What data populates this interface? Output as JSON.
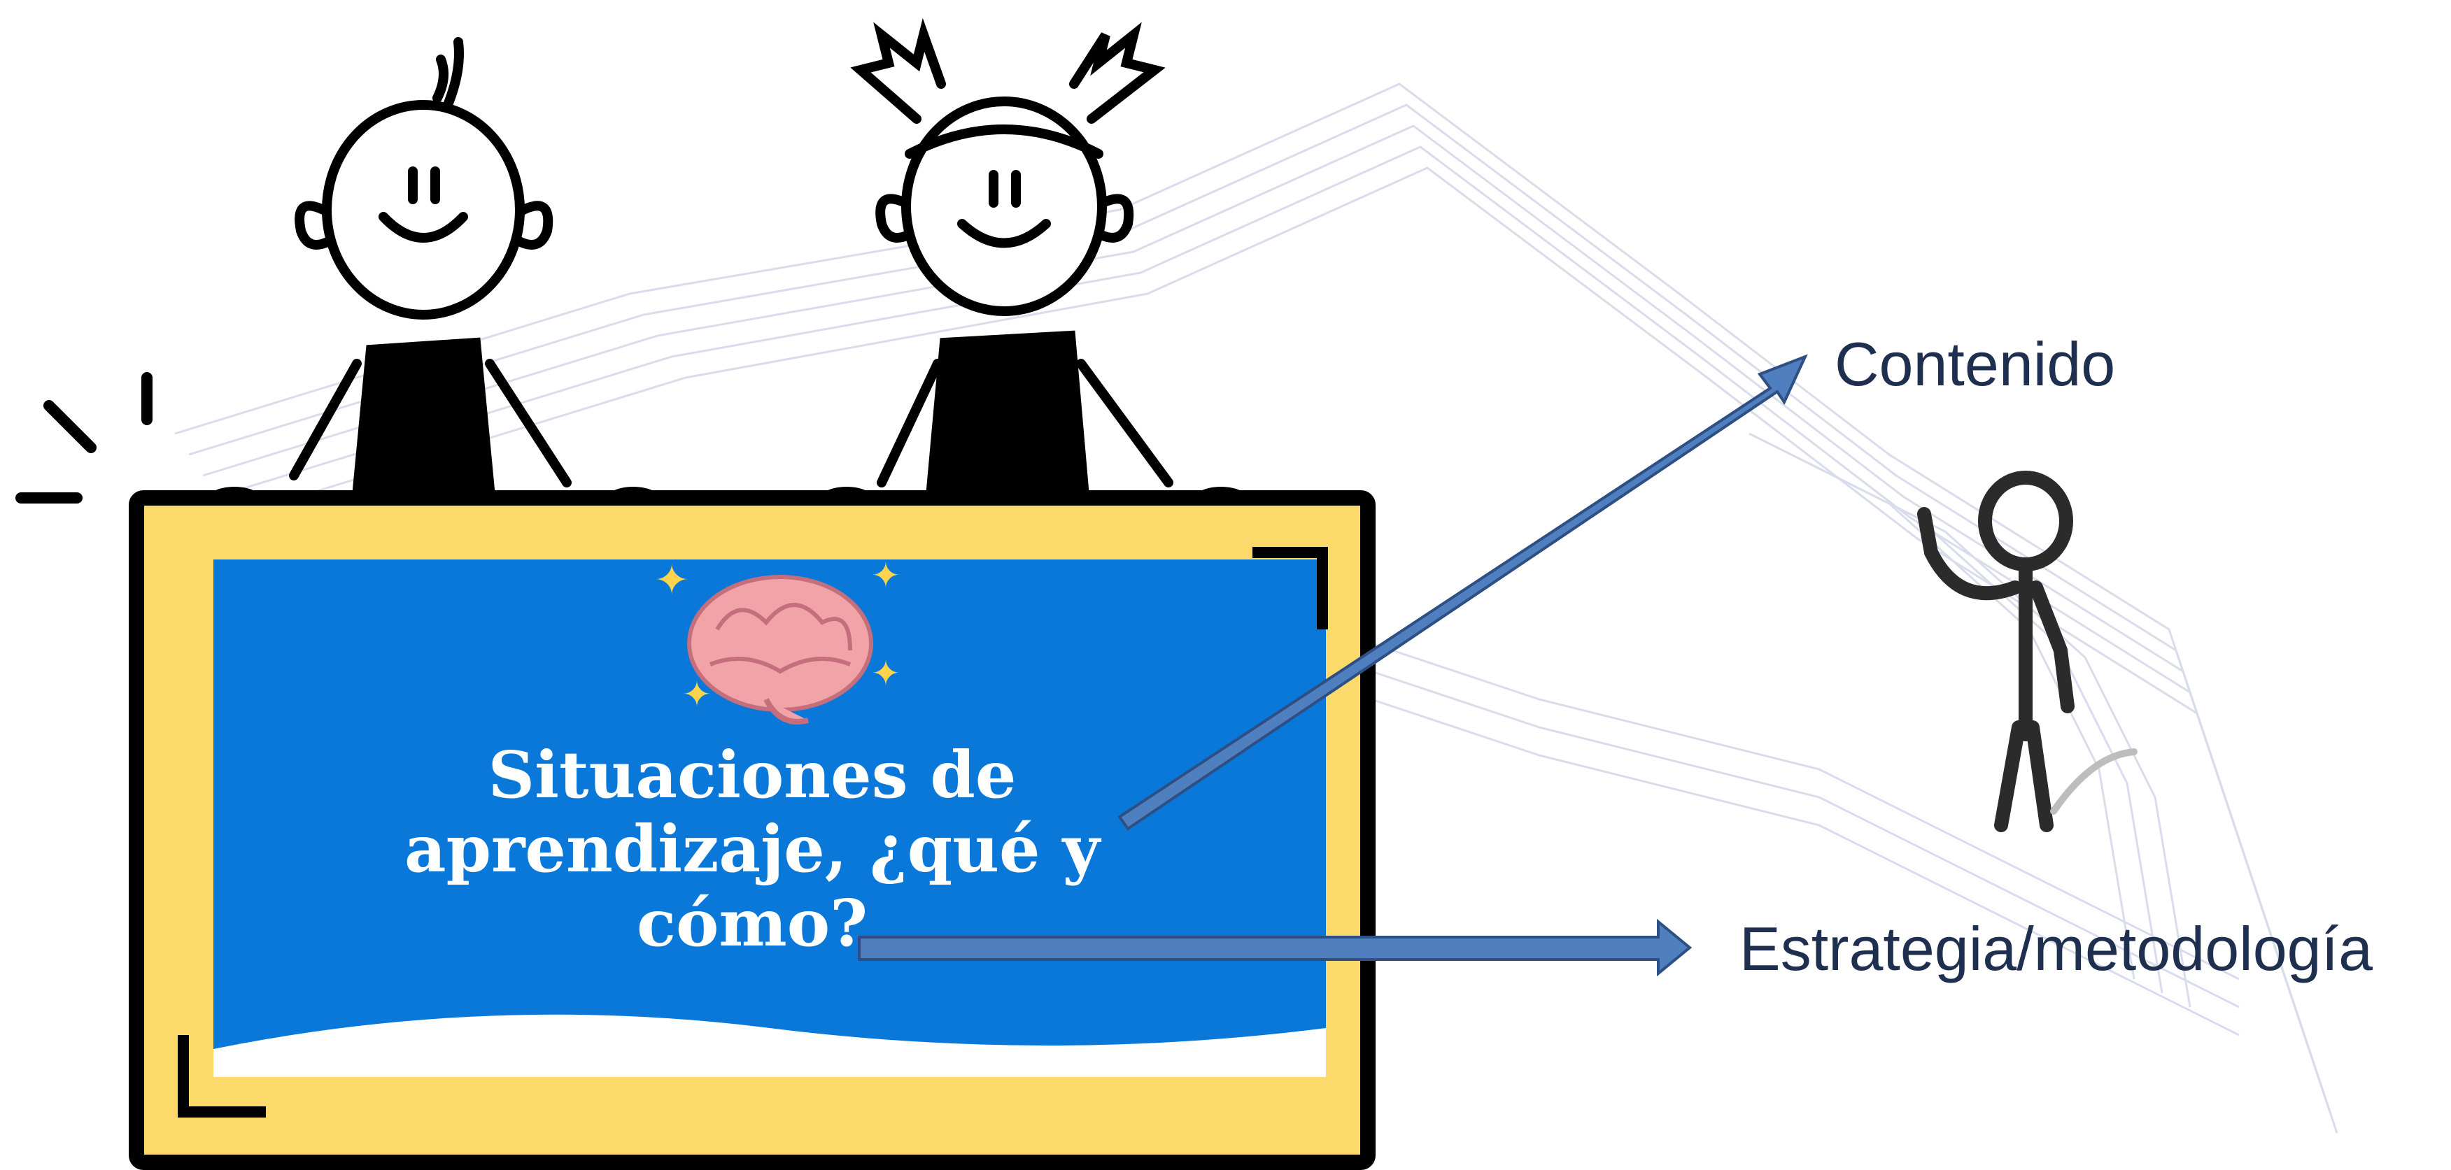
{
  "board": {
    "title_lines": [
      "Situaciones de",
      "aprendizaje, ¿qué y",
      "cómo?"
    ]
  },
  "labels": {
    "contenido": "Contenido",
    "estrategia": "Estrategia/metodología"
  },
  "icons": [
    "brain-icon",
    "stick-figure-boy",
    "stick-figure-girl",
    "thinking-stick-figure"
  ],
  "colors": {
    "board_frame": "#fcd96b",
    "board_panel": "#0a78d8",
    "arrow": "#4f7fbf",
    "label_text": "#1f2f4f"
  }
}
